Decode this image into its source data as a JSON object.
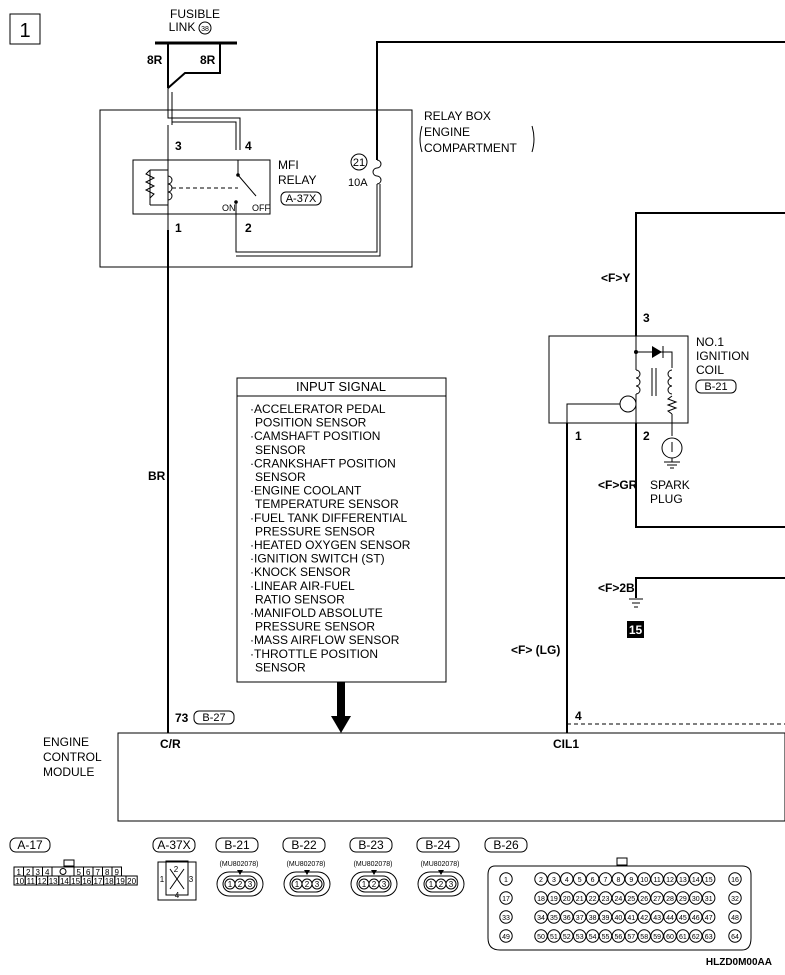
{
  "page_number": "1",
  "fusible_link": {
    "line1": "FUSIBLE",
    "line2": "LINK",
    "number": "38"
  },
  "wire_colors": {
    "left_8r": "8R",
    "right_8r": "8R",
    "br": "BR",
    "y": "<F>Y",
    "gr": "<F>GR",
    "b2": "<F>2B",
    "lg": "<F> (LG)"
  },
  "relay_box": {
    "title": "RELAY BOX",
    "sub1": "ENGINE",
    "sub2": "COMPARTMENT"
  },
  "fuse": {
    "number": "21",
    "rating": "10A"
  },
  "mfi_relay": {
    "line1": "MFI",
    "line2": "RELAY",
    "connector": "A-37X",
    "on": "ON",
    "off": "OFF",
    "pins": {
      "p3": "3",
      "p4": "4",
      "p1": "1",
      "p2": "2"
    }
  },
  "ignition_coil": {
    "line1": "NO.1",
    "line2": "IGNITION",
    "line3": "COIL",
    "connector": "B-21",
    "pins": {
      "p3": "3",
      "p1": "1",
      "p2": "2"
    }
  },
  "spark_plug": {
    "line1": "SPARK",
    "line2": "PLUG"
  },
  "ground_number": "15",
  "input_signal": {
    "title": "INPUT SIGNAL",
    "lines": [
      "·ACCELERATOR PEDAL",
      "POSITION SENSOR",
      "·CAMSHAFT POSITION",
      "SENSOR",
      "·CRANKSHAFT POSITION",
      "SENSOR",
      "·ENGINE COOLANT",
      "TEMPERATURE SENSOR",
      "·FUEL TANK DIFFERENTIAL",
      "PRESSURE SENSOR",
      "·HEATED OXYGEN SENSOR",
      "·IGNITION SWITCH (ST)",
      "·KNOCK SENSOR",
      "·LINEAR AIR-FUEL",
      "RATIO SENSOR",
      "·MANIFOLD ABSOLUTE",
      "PRESSURE SENSOR",
      "·MASS AIRFLOW SENSOR",
      "·THROTTLE POSITION",
      "SENSOR"
    ]
  },
  "ecm": {
    "line1": "ENGINE",
    "line2": "CONTROL",
    "line3": "MODULE",
    "pin_cr": "C/R",
    "pin_cil1": "CIL1",
    "pin73": "73",
    "connector_b27": "B-27",
    "pin4": "4"
  },
  "connectors": {
    "a17": {
      "label": "A-17",
      "row1": [
        "1",
        "2",
        "3",
        "4",
        "",
        "5",
        "6",
        "7",
        "8",
        "9"
      ],
      "row2": [
        "10",
        "11",
        "12",
        "13",
        "14",
        "15",
        "16",
        "17",
        "18",
        "19",
        "20"
      ]
    },
    "a37x": {
      "label": "A-37X",
      "pins": [
        "1",
        "2",
        "3",
        "4"
      ]
    },
    "b21": {
      "label": "B-21",
      "part": "(MU802078)",
      "pins": [
        "1",
        "2",
        "3"
      ]
    },
    "b22": {
      "label": "B-22",
      "part": "(MU802078)",
      "pins": [
        "1",
        "2",
        "3"
      ]
    },
    "b23": {
      "label": "B-23",
      "part": "(MU802078)",
      "pins": [
        "1",
        "2",
        "3"
      ]
    },
    "b24": {
      "label": "B-24",
      "part": "(MU802078)",
      "pins": [
        "1",
        "2",
        "3"
      ]
    },
    "b26": {
      "label": "B-26",
      "rows": [
        [
          "1",
          "2",
          "3",
          "4",
          "5",
          "6",
          "7",
          "8",
          "9",
          "10",
          "11",
          "12",
          "13",
          "14",
          "15",
          "16"
        ],
        [
          "17",
          "18",
          "19",
          "20",
          "21",
          "22",
          "23",
          "24",
          "25",
          "26",
          "27",
          "28",
          "29",
          "30",
          "31",
          "32"
        ],
        [
          "33",
          "34",
          "35",
          "36",
          "37",
          "38",
          "39",
          "40",
          "41",
          "42",
          "43",
          "44",
          "45",
          "46",
          "47",
          "48"
        ],
        [
          "49",
          "50",
          "51",
          "52",
          "53",
          "54",
          "55",
          "56",
          "57",
          "58",
          "59",
          "60",
          "61",
          "62",
          "63",
          "64"
        ]
      ]
    }
  },
  "footer_code": "HLZD0M00AA"
}
